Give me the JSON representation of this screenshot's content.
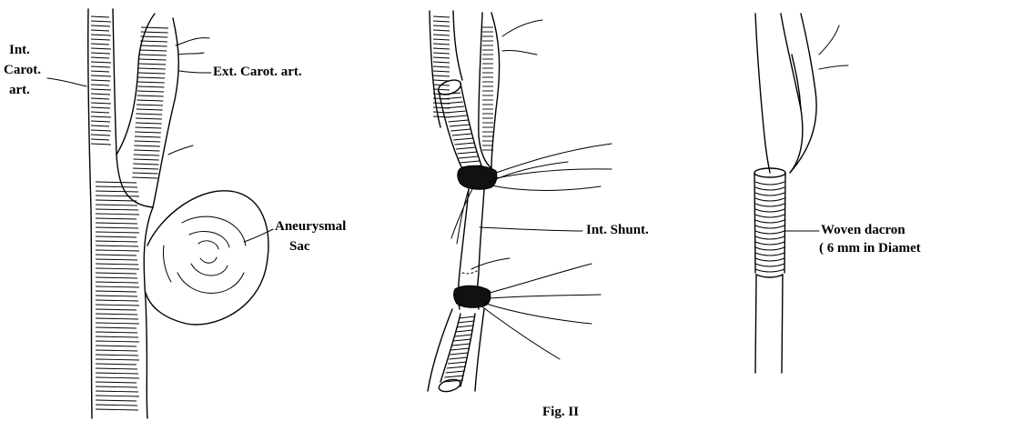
{
  "labels": {
    "int_carot_1": "Int.",
    "int_carot_2": "Carot.",
    "int_carot_3": "art.",
    "ext_carot": "Ext. Carot. art.",
    "aneurysmal_1": "Aneurysmal",
    "aneurysmal_2": "Sac",
    "int_shunt": "Int. Shunt.",
    "woven_1": "Woven  dacron",
    "woven_2": "( 6 mm  in Diamet",
    "fig": "Fig. II"
  }
}
